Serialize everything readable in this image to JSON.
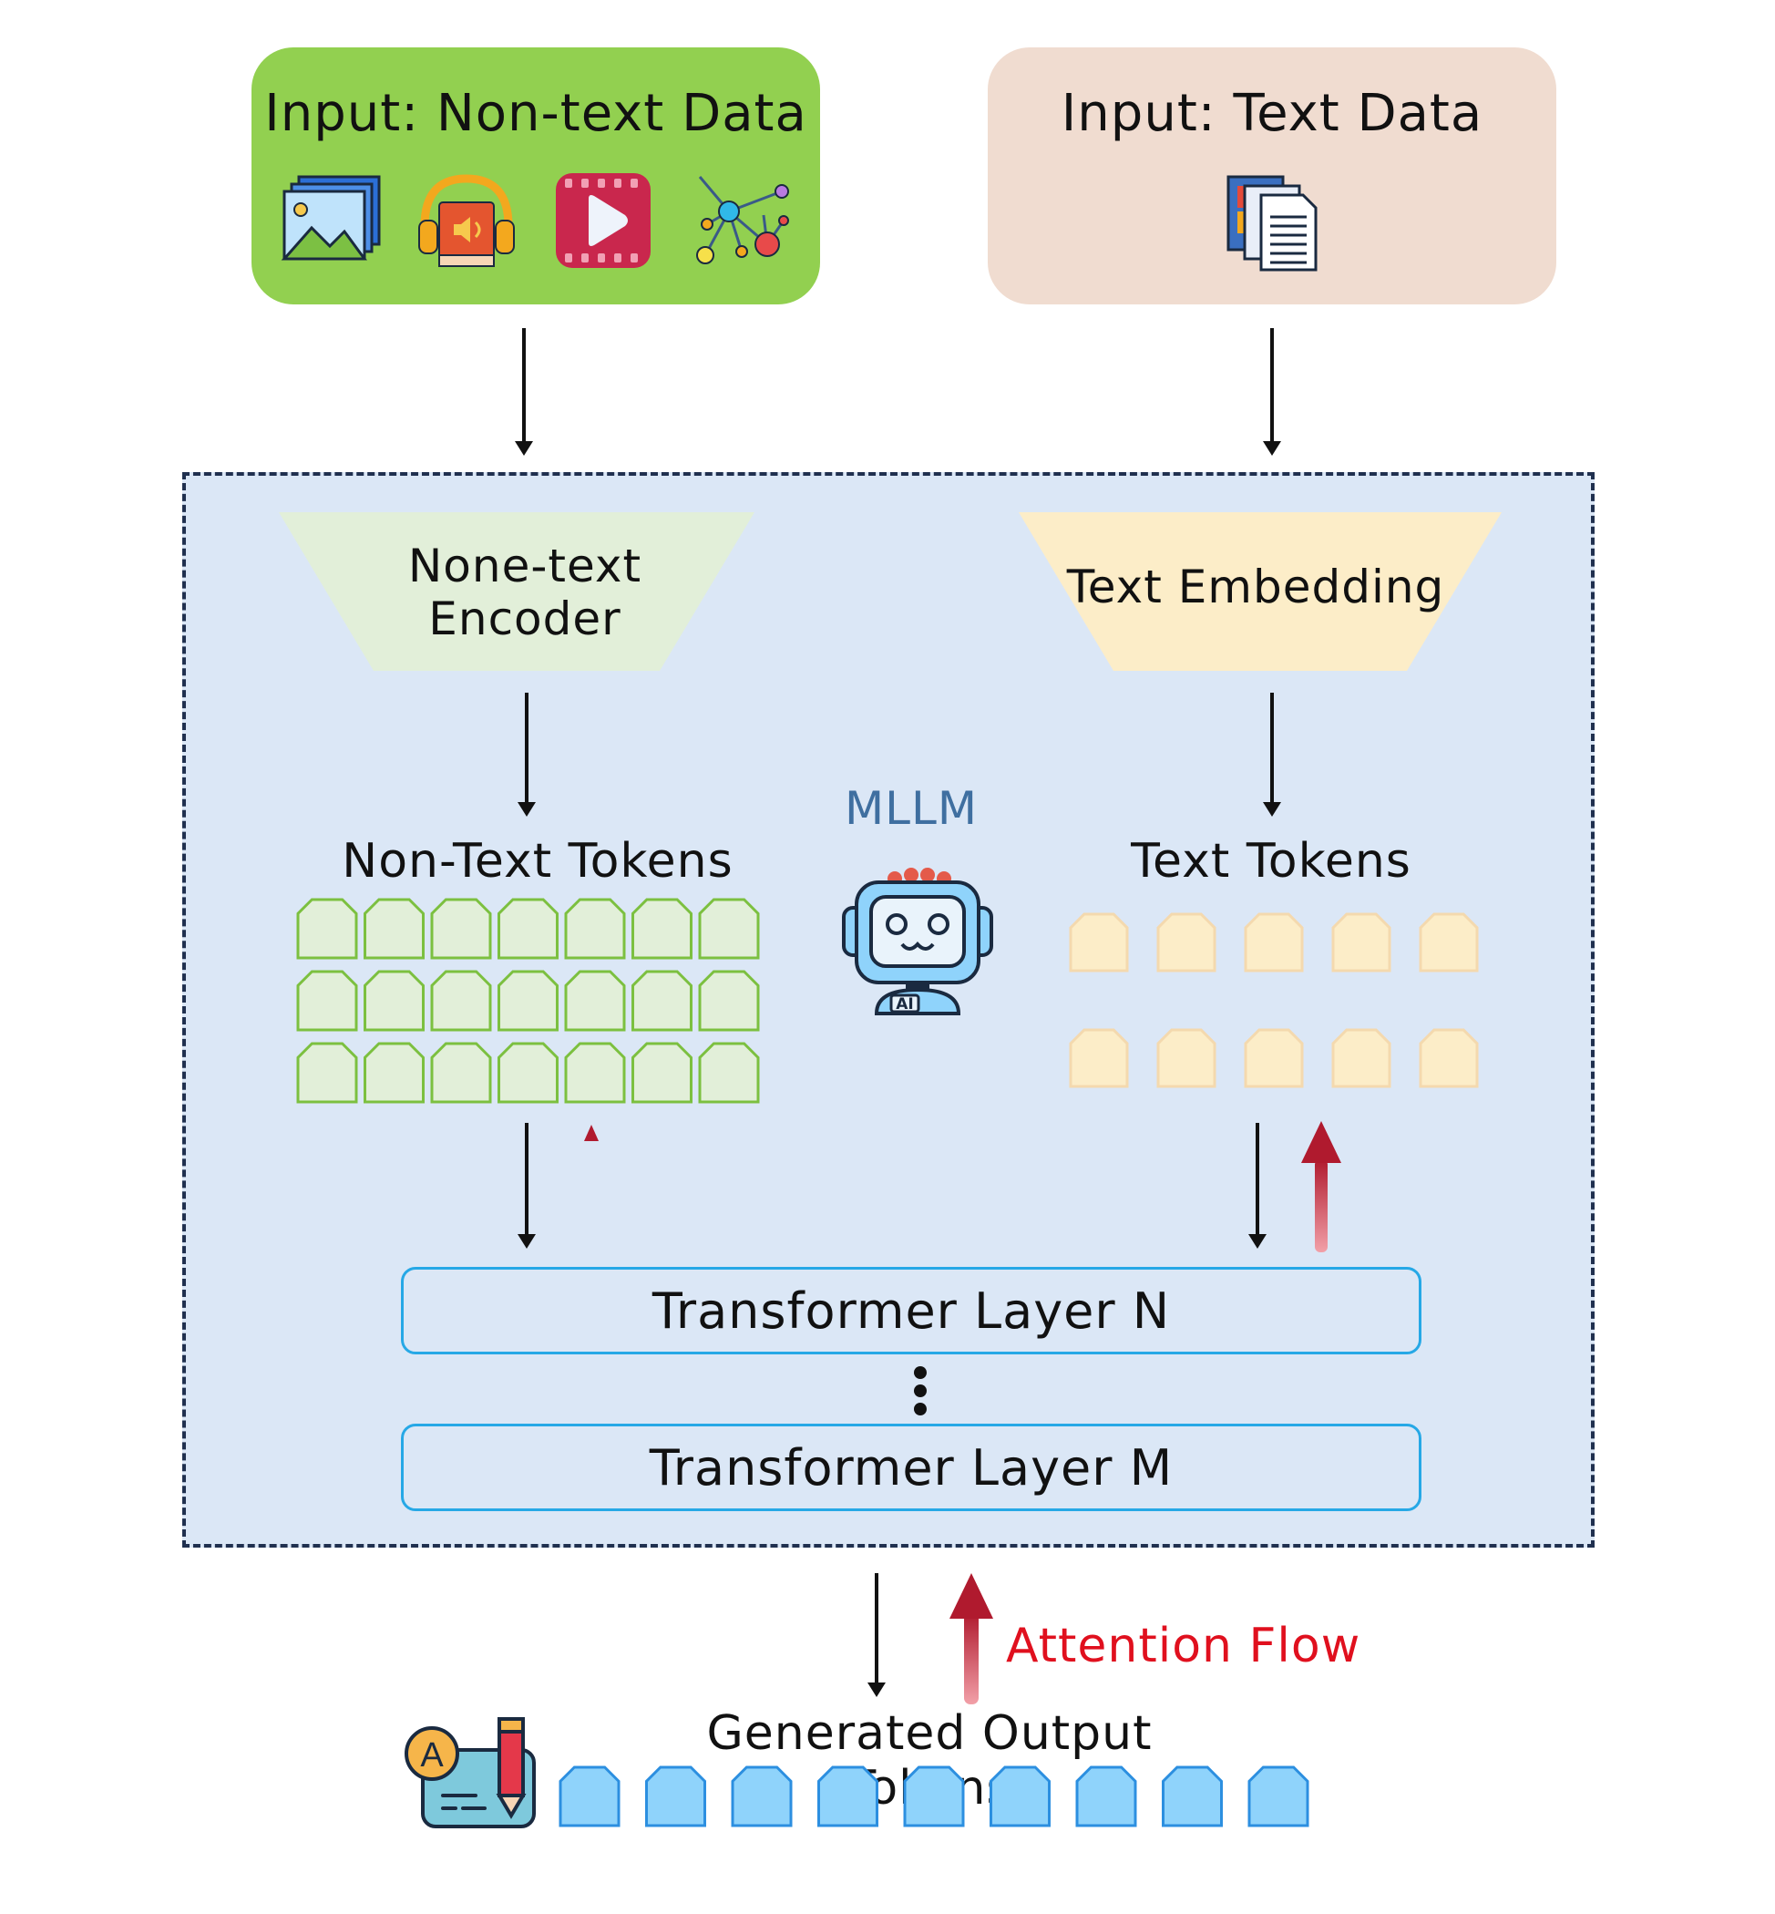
{
  "inputs": {
    "non_text": {
      "title": "Input: Non-text Data",
      "icons": [
        "image-stack-icon",
        "audio-book-icon",
        "video-play-icon",
        "graph-network-icon"
      ],
      "color": "#92d050"
    },
    "text": {
      "title": "Input: Text Data",
      "icons": [
        "document-stack-icon"
      ],
      "color": "#f0dcd0"
    }
  },
  "mllm": {
    "label": "MLLM",
    "robot_badge": "AI",
    "non_text_encoder": "None-text\nEncoder",
    "text_embedding": "Text Embedding",
    "non_text_tokens_label": "Non-Text Tokens",
    "text_tokens_label": "Text Tokens",
    "non_text_token_grid": {
      "rows": 3,
      "cols": 7
    },
    "text_token_grid": {
      "rows": 2,
      "cols": 5
    },
    "transformer_layer_top": "Transformer Layer N",
    "transformer_layer_bottom": "Transformer Layer M",
    "ellipsis": "⋮"
  },
  "output": {
    "label": "Generated Output Tokens",
    "token_count": 9,
    "icon_letter": "A",
    "attention_flow_label": "Attention Flow"
  },
  "colors": {
    "mllm_bg": "#dbe7f6",
    "non_text_token": "#e2efd9",
    "non_text_token_border": "#7cc040",
    "text_token": "#fcedc8",
    "text_token_border": "#f4d9ae",
    "output_token": "#8fd3fb",
    "output_token_border": "#2c8fe0",
    "attention": "#c0203a"
  }
}
